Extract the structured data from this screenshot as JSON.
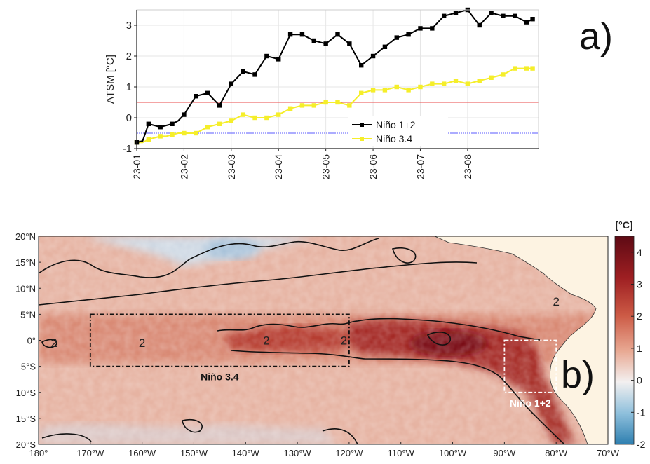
{
  "chart_data": [
    {
      "type": "line",
      "panel_label": "a)",
      "ylabel": "ATSM [°C]",
      "ylim": [
        -1,
        3.5
      ],
      "yticks": [
        -1,
        0,
        1,
        2,
        3
      ],
      "xtick_labels": [
        "23-01",
        "23-02",
        "23-03",
        "23-04",
        "23-05",
        "23-06",
        "23-07",
        "23-08"
      ],
      "grid": true,
      "legend": "lower-right",
      "thresholds": [
        {
          "value": 0.5,
          "color": "#e84a4a"
        },
        {
          "value": -0.5,
          "color": "#5a5aff"
        }
      ],
      "series": [
        {
          "name": "Niño 1+2",
          "color": "#000000",
          "marker": "square",
          "x": [
            0,
            0.25,
            0.5,
            0.75,
            1,
            1.25,
            1.5,
            1.75,
            2,
            2.25,
            2.5,
            2.75,
            3,
            3.25,
            3.5,
            3.75,
            4,
            4.25,
            4.5,
            4.75,
            5,
            5.25,
            5.5,
            5.75,
            6,
            6.25,
            6.5,
            6.75,
            7,
            7.25,
            7.5,
            7.75,
            8,
            8.25,
            8.5,
            8.75,
            9,
            9.25,
            9.5,
            9.75,
            10,
            10.25,
            10.5,
            10.75,
            11,
            11.25,
            11.5,
            11.75,
            12,
            12.25,
            12.5,
            12.75,
            13,
            13.25,
            13.5,
            13.75,
            14,
            14.25,
            14.5,
            14.75,
            15,
            15.25,
            15.5,
            15.75,
            16,
            16.25,
            16.5,
            16.75
          ],
          "values": [
            -0.8,
            -0.75,
            -0.2,
            -0.25,
            -0.3,
            -0.25,
            -0.2,
            -0.1,
            0.1,
            0.4,
            0.7,
            0.75,
            0.8,
            0.6,
            0.4,
            0.75,
            1.1,
            1.3,
            1.5,
            1.45,
            1.4,
            1.7,
            2.0,
            1.95,
            1.9,
            2.3,
            2.7,
            2.7,
            2.7,
            2.6,
            2.5,
            2.45,
            2.4,
            2.55,
            2.7,
            2.55,
            2.4,
            2.05,
            1.7,
            1.85,
            2.0,
            2.15,
            2.3,
            2.45,
            2.6,
            2.65,
            2.7,
            2.8,
            2.9,
            2.9,
            2.9,
            3.1,
            3.3,
            3.35,
            3.4,
            3.45,
            3.5,
            3.25,
            3.0,
            3.2,
            3.4,
            3.35,
            3.3,
            3.3,
            3.3,
            3.2,
            3.1,
            3.2
          ]
        },
        {
          "name": "Niño 3.4",
          "color": "#f5ee2a",
          "marker": "square",
          "x": [
            0,
            0.25,
            0.5,
            0.75,
            1,
            1.25,
            1.5,
            1.75,
            2,
            2.25,
            2.5,
            2.75,
            3,
            3.25,
            3.5,
            3.75,
            4,
            4.25,
            4.5,
            4.75,
            5,
            5.25,
            5.5,
            5.75,
            6,
            6.25,
            6.5,
            6.75,
            7,
            7.25,
            7.5,
            7.75,
            8,
            8.25,
            8.5,
            8.75,
            9,
            9.25,
            9.5,
            9.75,
            10,
            10.25,
            10.5,
            10.75,
            11,
            11.25,
            11.5,
            11.75,
            12,
            12.25,
            12.5,
            12.75,
            13,
            13.25,
            13.5,
            13.75,
            14,
            14.25,
            14.5,
            14.75,
            15,
            15.25,
            15.5,
            15.75,
            16,
            16.25,
            16.5,
            16.75
          ],
          "values": [
            -0.8,
            -0.8,
            -0.7,
            -0.65,
            -0.6,
            -0.6,
            -0.55,
            -0.5,
            -0.5,
            -0.5,
            -0.5,
            -0.4,
            -0.3,
            -0.25,
            -0.2,
            -0.15,
            -0.1,
            0.0,
            0.1,
            0.05,
            0.0,
            0.0,
            0.0,
            0.05,
            0.1,
            0.2,
            0.3,
            0.35,
            0.4,
            0.4,
            0.4,
            0.45,
            0.5,
            0.5,
            0.5,
            0.45,
            0.4,
            0.6,
            0.8,
            0.85,
            0.9,
            0.9,
            0.9,
            0.95,
            1.0,
            0.95,
            0.9,
            0.95,
            1.0,
            1.05,
            1.1,
            1.1,
            1.1,
            1.15,
            1.2,
            1.15,
            1.1,
            1.15,
            1.2,
            1.25,
            1.3,
            1.35,
            1.4,
            1.5,
            1.6,
            1.6,
            1.6,
            1.6
          ]
        }
      ]
    },
    {
      "type": "heatmap",
      "panel_label": "b)",
      "colorbar_label": "[°C]",
      "colorbar_range": [
        -2,
        4.5
      ],
      "colorbar_ticks": [
        -2,
        -1,
        0,
        1,
        2,
        3,
        4
      ],
      "colorbar_colors": [
        "#2e7fb0",
        "#8fc0dc",
        "#f3f0f0",
        "#e8a892",
        "#cc5a45",
        "#9e1f22",
        "#5e0a14"
      ],
      "xtick_labels": [
        "180°",
        "170°W",
        "160°W",
        "150°W",
        "140°W",
        "130°W",
        "120°W",
        "110°W",
        "100°W",
        "90°W",
        "80°W",
        "70°W"
      ],
      "xlim_lon": [
        -180,
        -70
      ],
      "ytick_labels": [
        "20°N",
        "15°N",
        "10°N",
        "5°N",
        "0°",
        "5°S",
        "10°S",
        "15°S",
        "20°S"
      ],
      "ylim_lat": [
        -20,
        20
      ],
      "land_color": "#fdf3e2",
      "contour_labels": [
        {
          "text": "2",
          "lon": -160,
          "lat": -0.5
        },
        {
          "text": "2",
          "lon": -177,
          "lat": -0.5
        },
        {
          "text": "2",
          "lon": -136,
          "lat": 0
        },
        {
          "text": "2",
          "lon": -121,
          "lat": 0
        },
        {
          "text": "2",
          "lon": -80,
          "lat": 7.5
        }
      ],
      "regions": [
        {
          "name": "Niño 3.4",
          "lon": [
            -170,
            -120
          ],
          "lat": [
            -5,
            5
          ],
          "color": "#111111"
        },
        {
          "name": "Niño 1+2",
          "lon": [
            -90,
            -80
          ],
          "lat": [
            -10,
            0
          ],
          "color": "#ffffff"
        }
      ]
    }
  ]
}
